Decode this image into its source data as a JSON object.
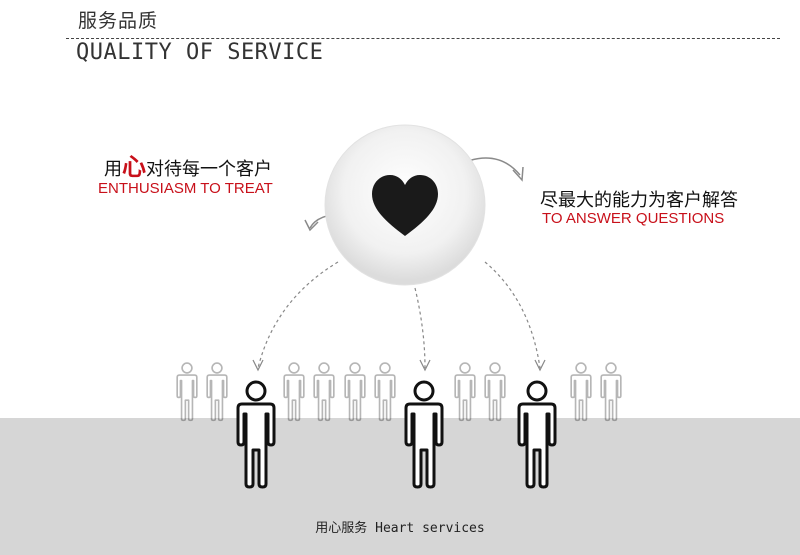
{
  "header": {
    "title_cn": "服务品质",
    "title_en": "QUALITY OF SERVICE"
  },
  "left_caption": {
    "prefix": "用",
    "highlight": "心",
    "suffix": "对待每一个客户",
    "english": "ENTHUSIASM TO TREAT"
  },
  "right_caption": {
    "chinese": "尽最大的能力为客户解答",
    "english": "TO ANSWER QUESTIONS"
  },
  "footer": {
    "label": "用心服务 Heart services"
  },
  "colors": {
    "accent_red": "#c8101a",
    "heart": "#1a1a1a",
    "floor": "#d6d6d6"
  },
  "icons": [
    "heart-icon",
    "person-icon"
  ]
}
